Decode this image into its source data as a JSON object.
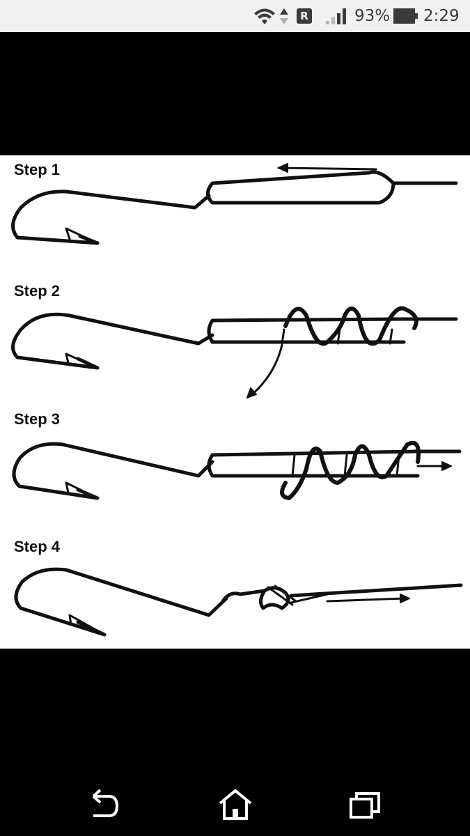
{
  "status_bar": {
    "battery_percent": "93%",
    "time": "2:29",
    "roaming_badge": "R",
    "icons": [
      "wifi-icon",
      "data-arrows-icon",
      "roaming-icon",
      "signal-icon",
      "battery-icon"
    ]
  },
  "diagram": {
    "steps": [
      {
        "label": "Step 1"
      },
      {
        "label": "Step 2"
      },
      {
        "label": "Step 3"
      },
      {
        "label": "Step 4"
      }
    ]
  },
  "nav_bar": {
    "icons": [
      "back-icon",
      "home-icon",
      "recents-icon"
    ]
  }
}
